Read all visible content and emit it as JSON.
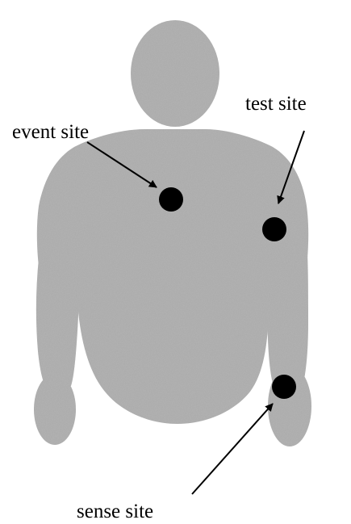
{
  "diagram": {
    "colors": {
      "body": "#b4b4b4",
      "marker": "#000000",
      "arrow": "#000000",
      "text": "#000000",
      "background": "#ffffff"
    },
    "sites": {
      "event": {
        "label": "event site"
      },
      "test": {
        "label": "test site"
      },
      "sense": {
        "label": "sense site"
      }
    }
  }
}
